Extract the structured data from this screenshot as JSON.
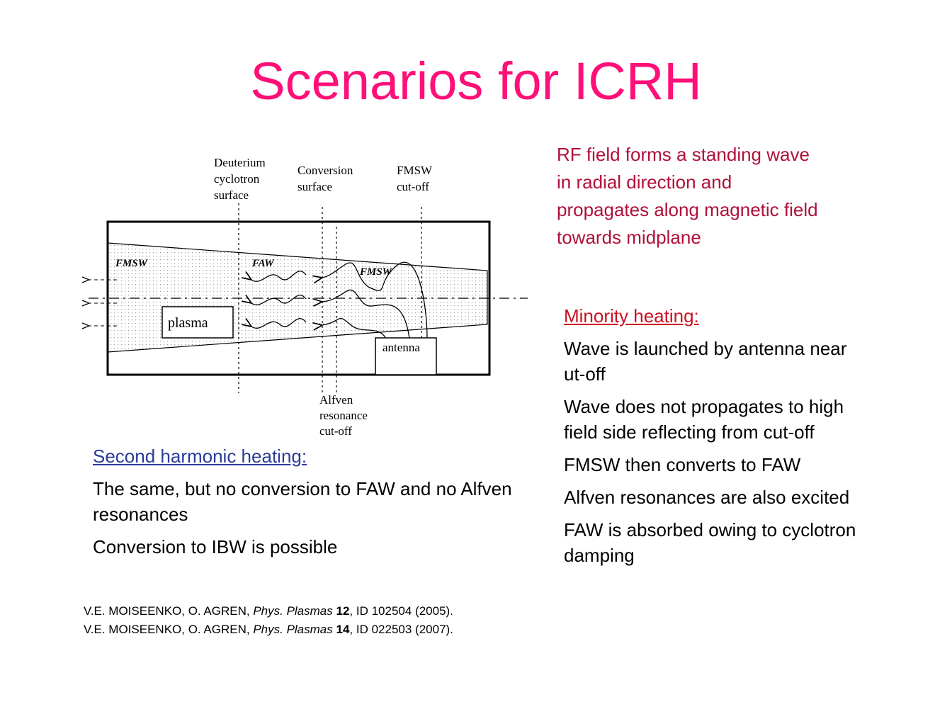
{
  "title": "Scenarios for ICRH",
  "rf_text": "RF field forms a standing wave in radial direction and propagates along magnetic field towards midplane",
  "minority": {
    "heading": "Minority heating:",
    "items": [
      "Wave is launched by antenna near ut-off",
      "Wave does not propagates to high field side reflecting from cut-off",
      "FMSW then converts to FAW",
      "Alfven resonances are also excited",
      "FAW is absorbed owing to cyclotron damping"
    ]
  },
  "second": {
    "heading": "Second harmonic heating:",
    "items": [
      "The same, but no conversion to FAW and no Alfven resonances",
      "Conversion to IBW is possible"
    ]
  },
  "refs": [
    {
      "authors": "V.E. MOISEENKO, O. AGREN, ",
      "journal": "Phys. Plasmas",
      "vol": "12",
      "rest": ", ID 102504 (2005)."
    },
    {
      "authors": "V.E. MOISEENKO, O. AGREN, ",
      "journal": "Phys. Plasmas",
      "vol": "14",
      "rest": ", ID 022503 (2007)."
    }
  ],
  "diagram": {
    "deuterium": [
      "Deuterium",
      "cyclotron",
      "surface"
    ],
    "conversion": [
      "Conversion",
      "surface"
    ],
    "fmsw_cutoff": [
      "FMSW",
      "cut-off"
    ],
    "alfven": [
      "Alfven",
      "resonance",
      "cut-off"
    ],
    "plasma": "plasma",
    "antenna": "antenna",
    "wave_fmsw_left": "FMSW",
    "wave_faw": "FAW",
    "wave_fmsw_right": "FMSW"
  }
}
